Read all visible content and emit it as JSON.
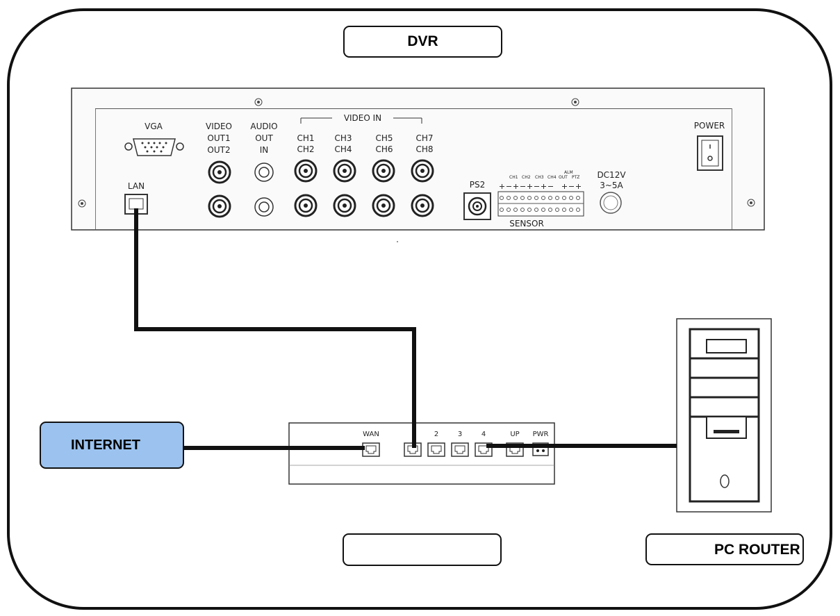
{
  "dvr_title": "DVR",
  "bottom_box_label": "",
  "pc_router_label": "PC ROUTER",
  "internet_label": "INTERNET",
  "colors": {
    "internet_fill": "#9cc3ef",
    "line": "#111111",
    "panel_fill": "#fafafa"
  },
  "dvr_panel": {
    "vga": "VGA",
    "lan": "LAN",
    "video_out": [
      "VIDEO",
      "OUT1",
      "OUT2"
    ],
    "audio": [
      "AUDIO",
      "OUT",
      "IN"
    ],
    "video_in": "VIDEO IN",
    "channels": [
      [
        "CH1",
        "CH2"
      ],
      [
        "CH3",
        "CH4"
      ],
      [
        "CH5",
        "CH6"
      ],
      [
        "CH7",
        "CH8"
      ]
    ],
    "ps2": "PS2",
    "sensor_top": [
      "CH1",
      "CH2",
      "CH3",
      "CH4"
    ],
    "alarm": [
      "ALM",
      "OUT"
    ],
    "ptz": "PTZ",
    "sensor": "SENSOR",
    "dc": [
      "DC12V",
      "3~5A"
    ],
    "power": "POWER"
  },
  "router_ports": [
    "WAN",
    "2",
    "3",
    "4",
    "UP",
    "PWR"
  ]
}
